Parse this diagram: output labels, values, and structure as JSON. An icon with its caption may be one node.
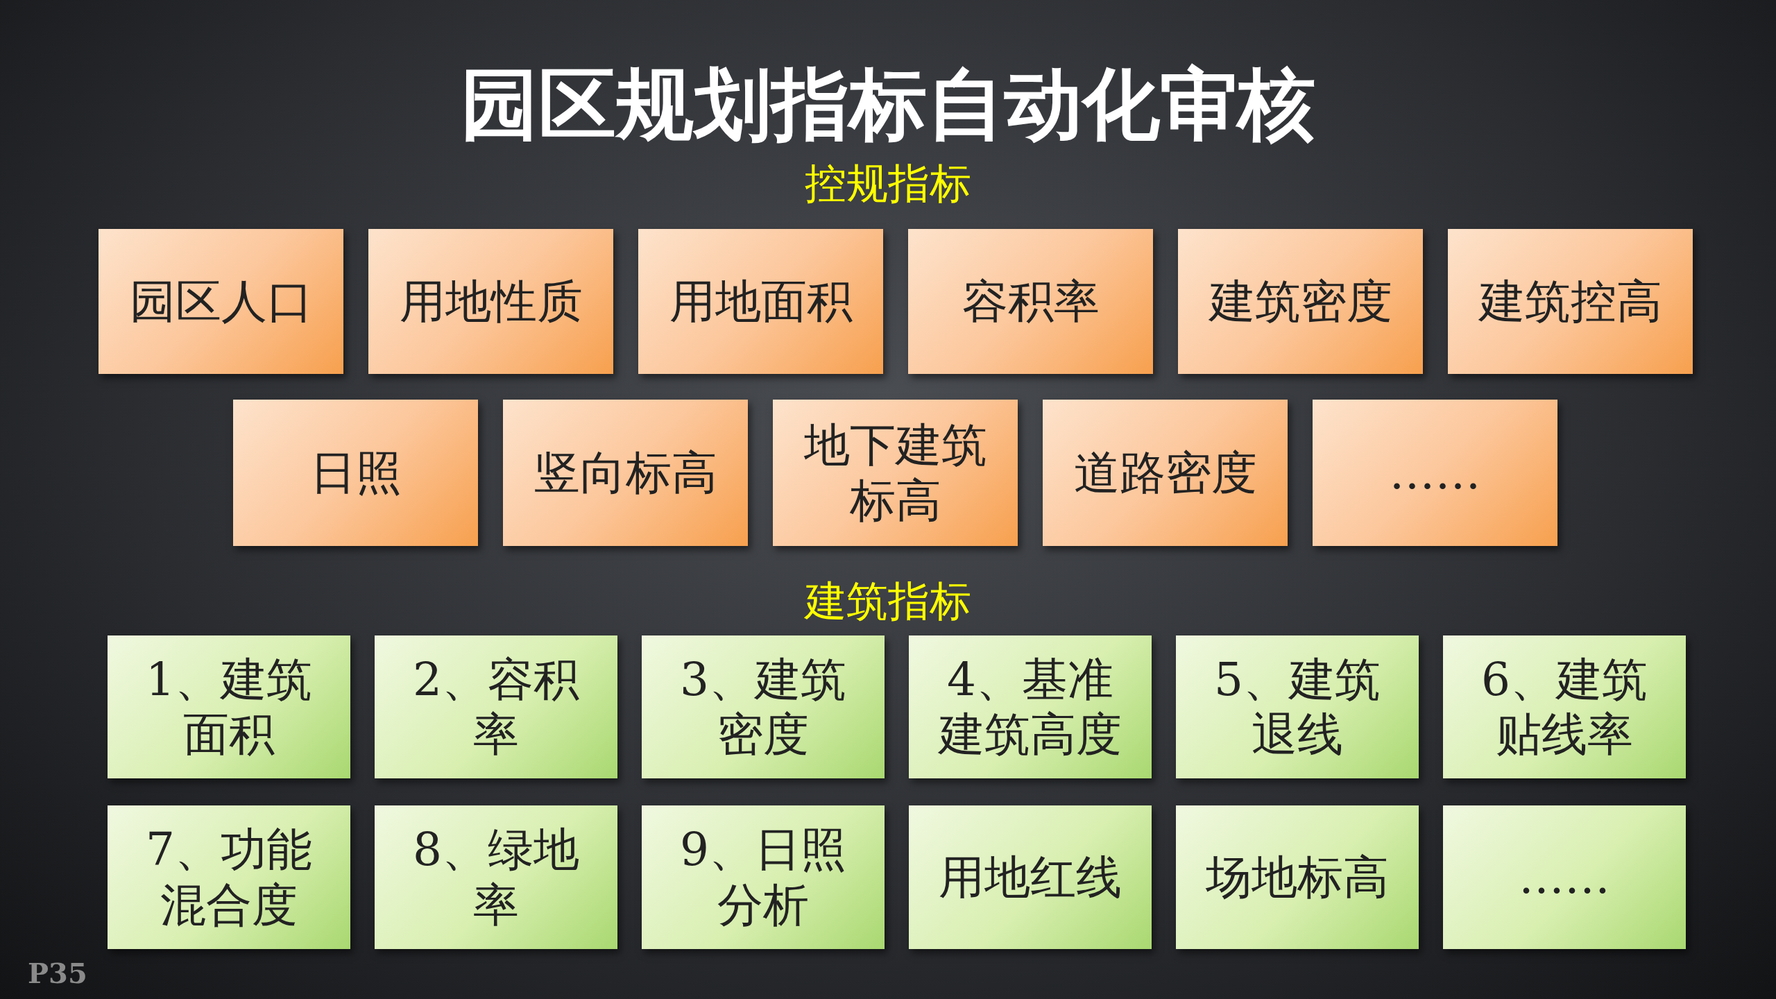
{
  "diagram": {
    "title": "园区规划指标自动化审核",
    "nodes": [
      {
        "text": [
          "园区人口"
        ]
      },
      {
        "text": [
          "用地性质"
        ]
      },
      {
        "text": [
          "用地面积"
        ]
      },
      {
        "text": [
          "容积率"
        ]
      },
      {
        "text": [
          "建筑密度"
        ]
      },
      {
        "text": [
          "建筑控高"
        ]
      },
      {
        "text": [
          "日照"
        ]
      },
      {
        "text": [
          "竖向标高"
        ]
      },
      {
        "text": [
          "地下建筑标高"
        ]
      },
      {
        "text": [
          "道路密度"
        ]
      },
      {
        "text": [
          "……"
        ]
      },
      {
        "text": [
          "1、建筑面积"
        ]
      },
      {
        "text": [
          "2、容积率"
        ]
      },
      {
        "text": [
          "3、建筑密度"
        ]
      },
      {
        "text": [
          "4、基准建筑高度"
        ]
      },
      {
        "text": [
          "5、建筑退线"
        ]
      },
      {
        "text": [
          "6、建筑贴线率"
        ]
      },
      {
        "text": [
          "7、功能混合度"
        ]
      },
      {
        "text": [
          "8、绿地率"
        ]
      },
      {
        "text": [
          "9、日照分析"
        ]
      },
      {
        "text": [
          "用地红线"
        ]
      },
      {
        "text": [
          "场地标高"
        ]
      },
      {
        "text": [
          "……"
        ]
      }
    ],
    "labels": [
      "控规指标",
      "建筑指标",
      "P35"
    ]
  }
}
